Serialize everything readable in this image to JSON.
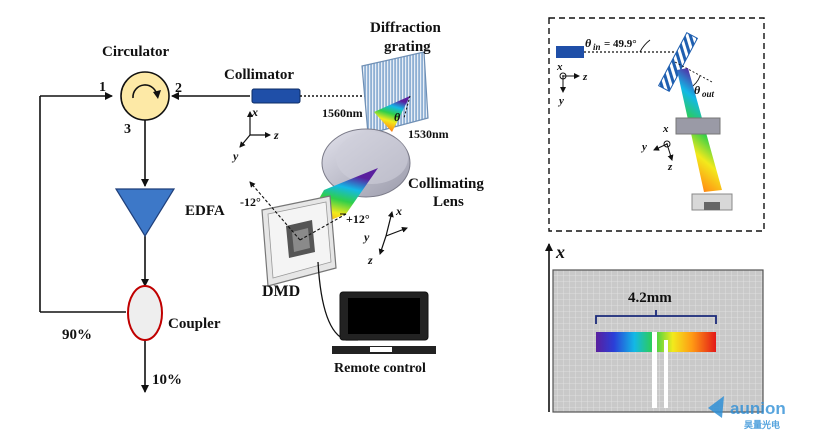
{
  "labels": {
    "circulator": "Circulator",
    "port1": "1",
    "port2": "2",
    "port3": "3",
    "collimator": "Collimator",
    "diffraction_line1": "Diffraction",
    "diffraction_line2": "grating",
    "wl_1560": "1560nm",
    "wl_1530": "1530nm",
    "theta": "θ",
    "collimating_line1": "Collimating",
    "collimating_line2": "Lens",
    "edfa": "EDFA",
    "minus12": "-12°",
    "plus12": "+12°",
    "dmd": "DMD",
    "coupler": "Coupler",
    "pct90": "90%",
    "pct10": "10%",
    "remote_control": "Remote control"
  },
  "axes": {
    "x": "x",
    "y": "y",
    "z": "z",
    "panel_x": "x"
  },
  "inset": {
    "theta_in_symbol": "θ",
    "theta_in_sub": "in",
    "theta_in_value": " = 49.9°",
    "theta_out_symbol": "θ",
    "theta_out_sub": "out"
  },
  "panel": {
    "width_label": "4.2mm"
  },
  "watermark": {
    "brand": "aunion",
    "subtitle": "昊量光电"
  },
  "colors": {
    "circulator_fill": "#fde9a6",
    "edfa_fill": "#3d78c8",
    "coupler_stroke": "#c00000",
    "collimator_fill": "#1f4fa8",
    "grating_fill": "#7ea1c8",
    "dmd_gray": "#bdbdbd",
    "panel_gray": "#c9c9c9",
    "watermark": "#2f8fd6"
  }
}
